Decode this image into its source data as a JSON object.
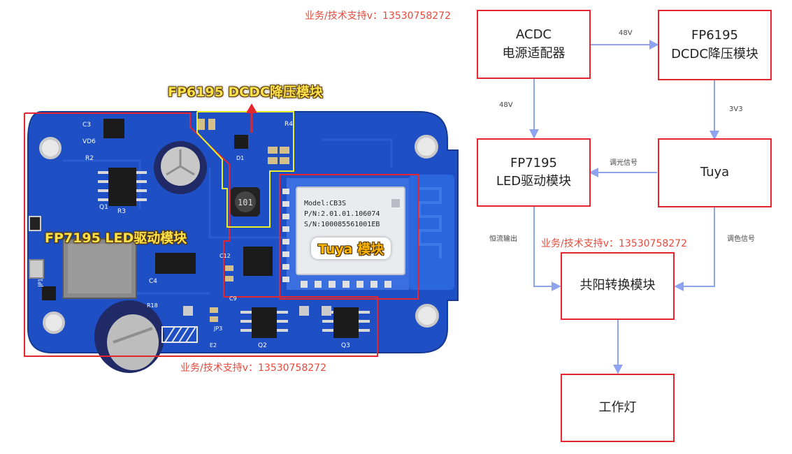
{
  "contact": {
    "top": "业务/技术支持v：13530758272",
    "middle": "业务/技术支持v：13530758272",
    "bottom": "业务/技术支持v：13530758272"
  },
  "photo": {
    "callout_dcdc": "FP6195 DCDC降压模块",
    "callout_led": "FP7195 LED驱动模块",
    "callout_tuya": "Tuya 模块",
    "module_model": "Model:CB3S",
    "module_pn": "P/N:2.01.01.106074",
    "module_sn": "S/N:100085561001EB",
    "silk_jp1": "JP1",
    "silk_q1": "Q1",
    "silk_q2": "Q2",
    "silk_q3": "Q3",
    "silk_r3": "R3",
    "silk_r2": "R2",
    "silk_r4": "R4",
    "silk_r18": "R18",
    "silk_vd6": "VD6",
    "silk_c3": "C3",
    "silk_c4": "C4",
    "silk_c9": "C9",
    "silk_c12": "C12",
    "silk_d1": "D1",
    "silk_jp3": "JP3",
    "silk_e2": "E2"
  },
  "colors": {
    "box_border": "#e6262e",
    "arrow": "#8fa4f0",
    "pcb": "#1f4fc4",
    "red_outline": "#e6262e",
    "yellow_outline": "#e8f02a"
  },
  "diagram": {
    "nodes": {
      "acdc": {
        "line1": "ACDC",
        "line2": "电源适配器"
      },
      "fp6195": {
        "line1": "FP6195",
        "line2": "DCDC降压模块"
      },
      "fp7195": {
        "line1": "FP7195",
        "line2": "LED驱动模块"
      },
      "tuya": {
        "line1": "Tuya"
      },
      "common": {
        "line1": "共阳转换模块"
      },
      "lamp": {
        "line1": "工作灯"
      }
    },
    "edges": {
      "acdc_fp6195": "48V",
      "acdc_fp7195": "48V",
      "fp6195_tuya": "3V3",
      "tuya_fp7195": "调光信号",
      "fp7195_common": "恒流输出",
      "tuya_common": "调色信号"
    }
  }
}
